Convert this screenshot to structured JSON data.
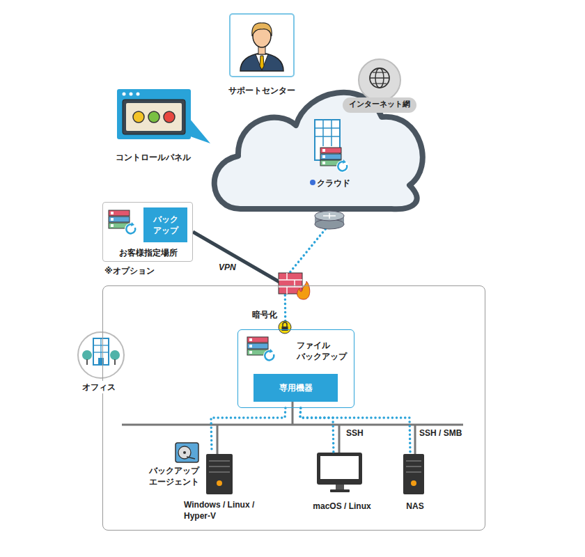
{
  "diagram": {
    "nodes": [
      {
        "text": [
          "サポートセンター"
        ]
      },
      {
        "text": [
          "コントロールパネル"
        ]
      },
      {
        "text": [
          "クラウド"
        ]
      },
      {
        "text": [
          "インターネット網"
        ]
      },
      {
        "text": [
          "お客様指定場所"
        ]
      },
      {
        "text": [
          "バック アップ"
        ],
        "in": 4
      },
      {
        "text": [
          "オフィス"
        ]
      },
      {
        "text": [
          "ファイル バックアップ"
        ],
        "in": 6
      },
      {
        "text": [
          "専用機器"
        ],
        "in": 7
      },
      {
        "text": [
          "Windows / Linux / Hyper-V"
        ],
        "in": 6
      },
      {
        "text": [
          "macOS / Linux"
        ],
        "in": 6
      },
      {
        "text": [
          "NAS"
        ],
        "in": 6
      }
    ],
    "edges": [
      {
        "from": 7,
        "to": 2,
        "arrow": "none"
      },
      {
        "from": 4,
        "to": 6,
        "label": "VPN",
        "arrow": "none"
      },
      {
        "from": 7,
        "to": 9,
        "arrow": "none"
      },
      {
        "from": 7,
        "to": 10,
        "label": "SSH",
        "arrow": "none"
      },
      {
        "from": 7,
        "to": 11,
        "label": "SSH / SMB",
        "arrow": "none"
      }
    ],
    "labels": [
      "暗号化",
      "※オプション",
      "バックアップ エージェント"
    ]
  }
}
